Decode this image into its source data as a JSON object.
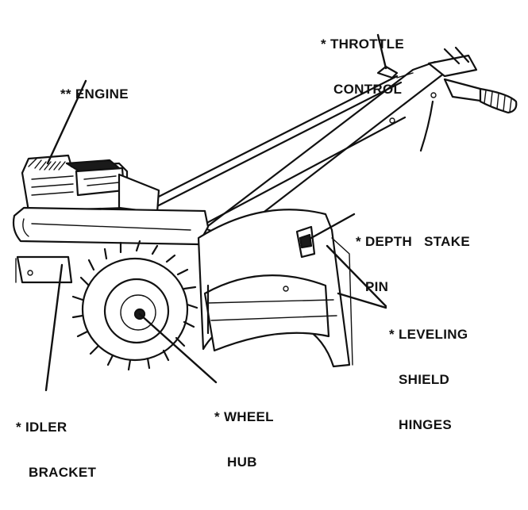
{
  "callouts": {
    "throttle": {
      "line1": "* THROTTLE",
      "line2": "CONTROL"
    },
    "engine": {
      "line1": "** ENGINE"
    },
    "depth_stake": {
      "line1": "* DEPTH   STAKE",
      "line2": "PIN"
    },
    "leveling": {
      "line1": "* LEVELING",
      "line2": "SHIELD",
      "line3": "HINGES"
    },
    "idler": {
      "line1": "* IDLER",
      "line2": "BRACKET"
    },
    "wheel_hub": {
      "line1": "* WHEEL",
      "line2": "HUB"
    }
  }
}
